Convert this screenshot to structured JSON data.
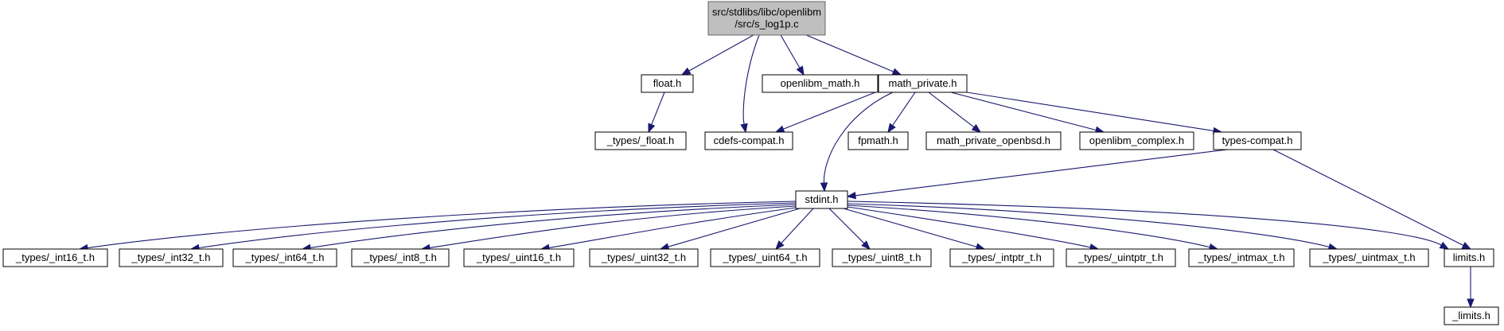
{
  "graph": {
    "title": "",
    "colors": {
      "edge": "#191970",
      "root_fill": "#bfbfbf",
      "root_border": "#666666",
      "node_fill": "#ffffff",
      "node_border": "#000000"
    },
    "nodes": [
      {
        "id": "root",
        "label": [
          "src/stdlibs/libc/openlibm",
          "/src/s_log1p.c"
        ]
      },
      {
        "id": "float_h",
        "label": [
          "float.h"
        ]
      },
      {
        "id": "openlibm_math_h",
        "label": [
          "openlibm_math.h"
        ]
      },
      {
        "id": "math_private_h",
        "label": [
          "math_private.h"
        ]
      },
      {
        "id": "types_float_h",
        "label": [
          "_types/_float.h"
        ]
      },
      {
        "id": "cdefs_compat_h",
        "label": [
          "cdefs-compat.h"
        ]
      },
      {
        "id": "fpmath_h",
        "label": [
          "fpmath.h"
        ]
      },
      {
        "id": "math_private_openbsd_h",
        "label": [
          "math_private_openbsd.h"
        ]
      },
      {
        "id": "openlibm_complex_h",
        "label": [
          "openlibm_complex.h"
        ]
      },
      {
        "id": "types_compat_h",
        "label": [
          "types-compat.h"
        ]
      },
      {
        "id": "stdint_h",
        "label": [
          "stdint.h"
        ]
      },
      {
        "id": "int16_t_h",
        "label": [
          "_types/_int16_t.h"
        ]
      },
      {
        "id": "int32_t_h",
        "label": [
          "_types/_int32_t.h"
        ]
      },
      {
        "id": "int64_t_h",
        "label": [
          "_types/_int64_t.h"
        ]
      },
      {
        "id": "int8_t_h",
        "label": [
          "_types/_int8_t.h"
        ]
      },
      {
        "id": "uint16_t_h",
        "label": [
          "_types/_uint16_t.h"
        ]
      },
      {
        "id": "uint32_t_h",
        "label": [
          "_types/_uint32_t.h"
        ]
      },
      {
        "id": "uint64_t_h",
        "label": [
          "_types/_uint64_t.h"
        ]
      },
      {
        "id": "uint8_t_h",
        "label": [
          "_types/_uint8_t.h"
        ]
      },
      {
        "id": "intptr_t_h",
        "label": [
          "_types/_intptr_t.h"
        ]
      },
      {
        "id": "uintptr_t_h",
        "label": [
          "_types/_uintptr_t.h"
        ]
      },
      {
        "id": "intmax_t_h",
        "label": [
          "_types/_intmax_t.h"
        ]
      },
      {
        "id": "uintmax_t_h",
        "label": [
          "_types/_uintmax_t.h"
        ]
      },
      {
        "id": "limits_h",
        "label": [
          "limits.h"
        ]
      },
      {
        "id": "_limits_h",
        "label": [
          "_limits.h"
        ]
      }
    ],
    "edges": [
      [
        "root",
        "float_h"
      ],
      [
        "root",
        "cdefs_compat_h"
      ],
      [
        "root",
        "openlibm_math_h"
      ],
      [
        "root",
        "math_private_h"
      ],
      [
        "float_h",
        "types_float_h"
      ],
      [
        "math_private_h",
        "cdefs_compat_h"
      ],
      [
        "math_private_h",
        "stdint_h"
      ],
      [
        "math_private_h",
        "fpmath_h"
      ],
      [
        "math_private_h",
        "math_private_openbsd_h"
      ],
      [
        "math_private_h",
        "openlibm_complex_h"
      ],
      [
        "math_private_h",
        "types_compat_h"
      ],
      [
        "types_compat_h",
        "stdint_h"
      ],
      [
        "types_compat_h",
        "limits_h"
      ],
      [
        "stdint_h",
        "int16_t_h"
      ],
      [
        "stdint_h",
        "int32_t_h"
      ],
      [
        "stdint_h",
        "int64_t_h"
      ],
      [
        "stdint_h",
        "int8_t_h"
      ],
      [
        "stdint_h",
        "uint16_t_h"
      ],
      [
        "stdint_h",
        "uint32_t_h"
      ],
      [
        "stdint_h",
        "uint64_t_h"
      ],
      [
        "stdint_h",
        "uint8_t_h"
      ],
      [
        "stdint_h",
        "intptr_t_h"
      ],
      [
        "stdint_h",
        "uintptr_t_h"
      ],
      [
        "stdint_h",
        "intmax_t_h"
      ],
      [
        "stdint_h",
        "uintmax_t_h"
      ],
      [
        "stdint_h",
        "limits_h"
      ],
      [
        "limits_h",
        "_limits_h"
      ]
    ]
  }
}
